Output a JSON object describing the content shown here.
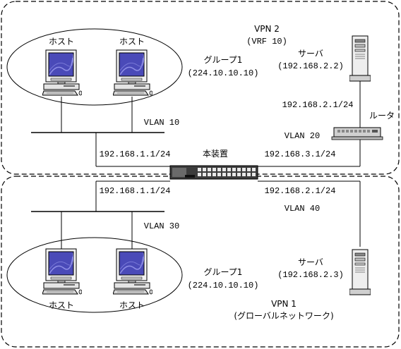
{
  "upper_region": {
    "vpn_name": "VPN 2",
    "vpn_detail": "(VRF 10)",
    "vlan_label": "VLAN 10",
    "subnet": "192.168.1.1/24",
    "group_name": "グループ1",
    "group_address": "(224.10.10.10)",
    "hosts": [
      {
        "label": "ホスト"
      },
      {
        "label": "ホスト"
      }
    ],
    "server_label": "サーバ",
    "server_address": "(192.168.2.2)",
    "server_subnet": "192.168.2.1/24",
    "router_label": "ルータ",
    "router_vlan": "VLAN 20",
    "router_subnet": "192.168.3.1/24"
  },
  "device": {
    "label": "本装置"
  },
  "lower_region": {
    "vpn_name": "VPN 1",
    "vpn_detail": "(グローバルネットワーク)",
    "vlan_label": "VLAN 30",
    "subnet": "192.168.1.1/24",
    "group_name": "グループ1",
    "group_address": "(224.10.10.10)",
    "hosts": [
      {
        "label": "ホスト"
      },
      {
        "label": "ホスト"
      }
    ],
    "server_subnet": "192.168.2.1/24",
    "server_vlan": "VLAN 40",
    "server_label": "サーバ",
    "server_address": "(192.168.2.3)"
  },
  "colors": {
    "line": "#000000",
    "screen": "#4a4ab8",
    "screen_highlight": "#8e8ee6",
    "device_body": "#3c3c3c",
    "device_ports": "#e8e8e8"
  }
}
